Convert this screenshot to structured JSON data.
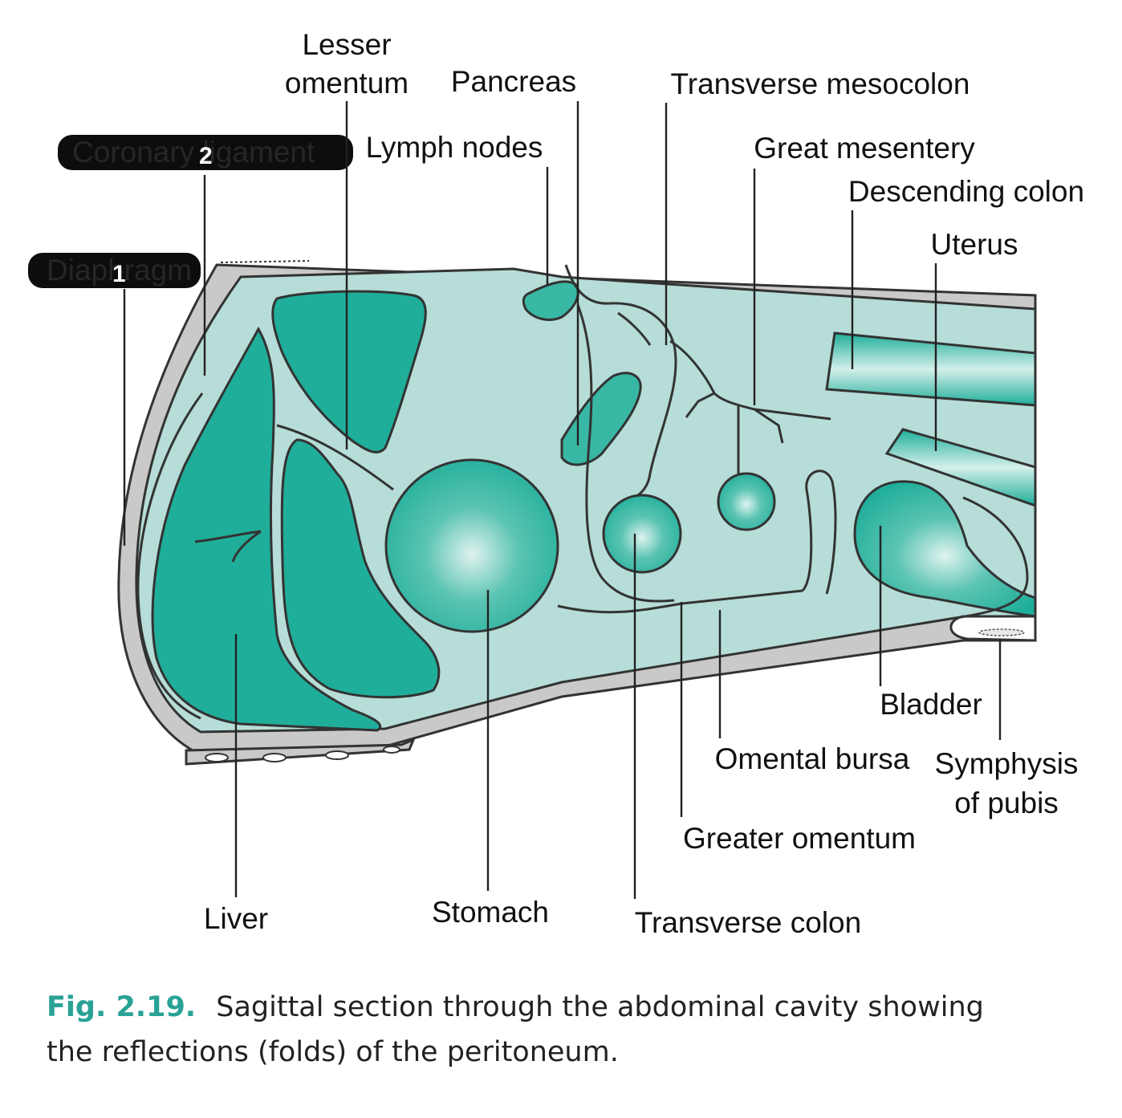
{
  "labels": {
    "lesser_omentum_1": "Lesser",
    "lesser_omentum_2": "omentum",
    "pancreas": "Pancreas",
    "transverse_mesocolon": "Transverse mesocolon",
    "lymph_nodes": "Lymph nodes",
    "great_mesentery": "Great mesentery",
    "descending_colon": "Descending colon",
    "uterus": "Uterus",
    "coronary_ligament": "Coronary ligament",
    "diaphragm": "Diaphragm",
    "liver": "Liver",
    "stomach": "Stomach",
    "transverse_colon": "Transverse colon",
    "greater_omentum": "Greater omentum",
    "omental_bursa": "Omental bursa",
    "bladder": "Bladder",
    "symphysis_1": "Symphysis",
    "symphysis_2": "of pubis"
  },
  "redaction_marks": {
    "coronary_mark": "2",
    "diaphragm_mark": "1"
  },
  "caption": {
    "figure": "Fig. 2.19.",
    "text_line1": "Sagittal section through the abdominal cavity showing",
    "text_line2": "the reflections (folds) of the peritoneum."
  },
  "colors": {
    "organ_teal": "#1fae9a",
    "cavity": "#b6ddd7",
    "wall_gray": "#c9c9c9",
    "caption_accent": "#2aa296"
  }
}
